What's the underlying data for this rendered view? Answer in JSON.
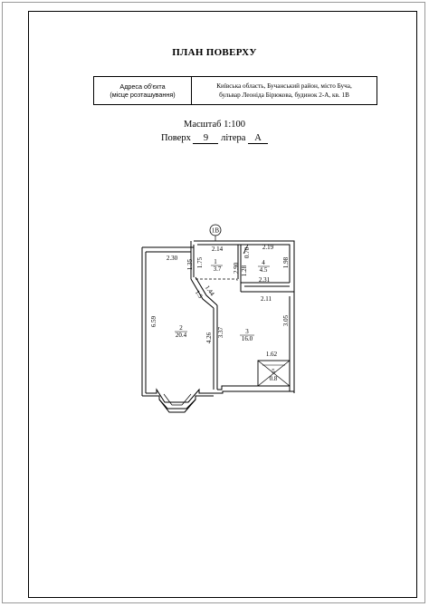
{
  "title": "ПЛАН ПОВЕРХУ",
  "address": {
    "label_line1": "Адреса об'єкта",
    "label_line2": "(місце розташування)",
    "value_line1": "Київська область, Бучанський район, місто Буча,",
    "value_line2": "бульвар Леоніда Бірюкова, будинок 2-А, кв. 1В"
  },
  "scale": {
    "label": "Масштаб",
    "value": "1:100"
  },
  "floor": {
    "label": "Поверх",
    "value": "9",
    "litera_label": "літера",
    "litera_value": "А"
  },
  "plan": {
    "apartment_marker": "1В",
    "rooms": [
      {
        "number": "1",
        "area": "3.7"
      },
      {
        "number": "2",
        "area": "20.4"
      },
      {
        "number": "3",
        "area": "16.0"
      },
      {
        "number": "4",
        "area": "4.5"
      },
      {
        "number": "5",
        "area": "0.8"
      }
    ],
    "dimensions": {
      "d_2_30": "2.30",
      "d_2_14": "2.14",
      "d_2_19": "2.19",
      "d_1_35": "1.35",
      "d_1_75": "1.75",
      "d_0_70": "0.70",
      "d_1_98": "1.98",
      "d_2_90": "2.90",
      "d_1_28": "1.28",
      "d_2_31": "2.31",
      "d_1_44": "1.44",
      "d_1_5": "1.5",
      "d_2_11": "2.11",
      "d_6_59": "6.59",
      "d_4_26": "4.26",
      "d_3_37": "3.37",
      "d_3_05": "3.05",
      "d_1_62": "1.62"
    }
  }
}
